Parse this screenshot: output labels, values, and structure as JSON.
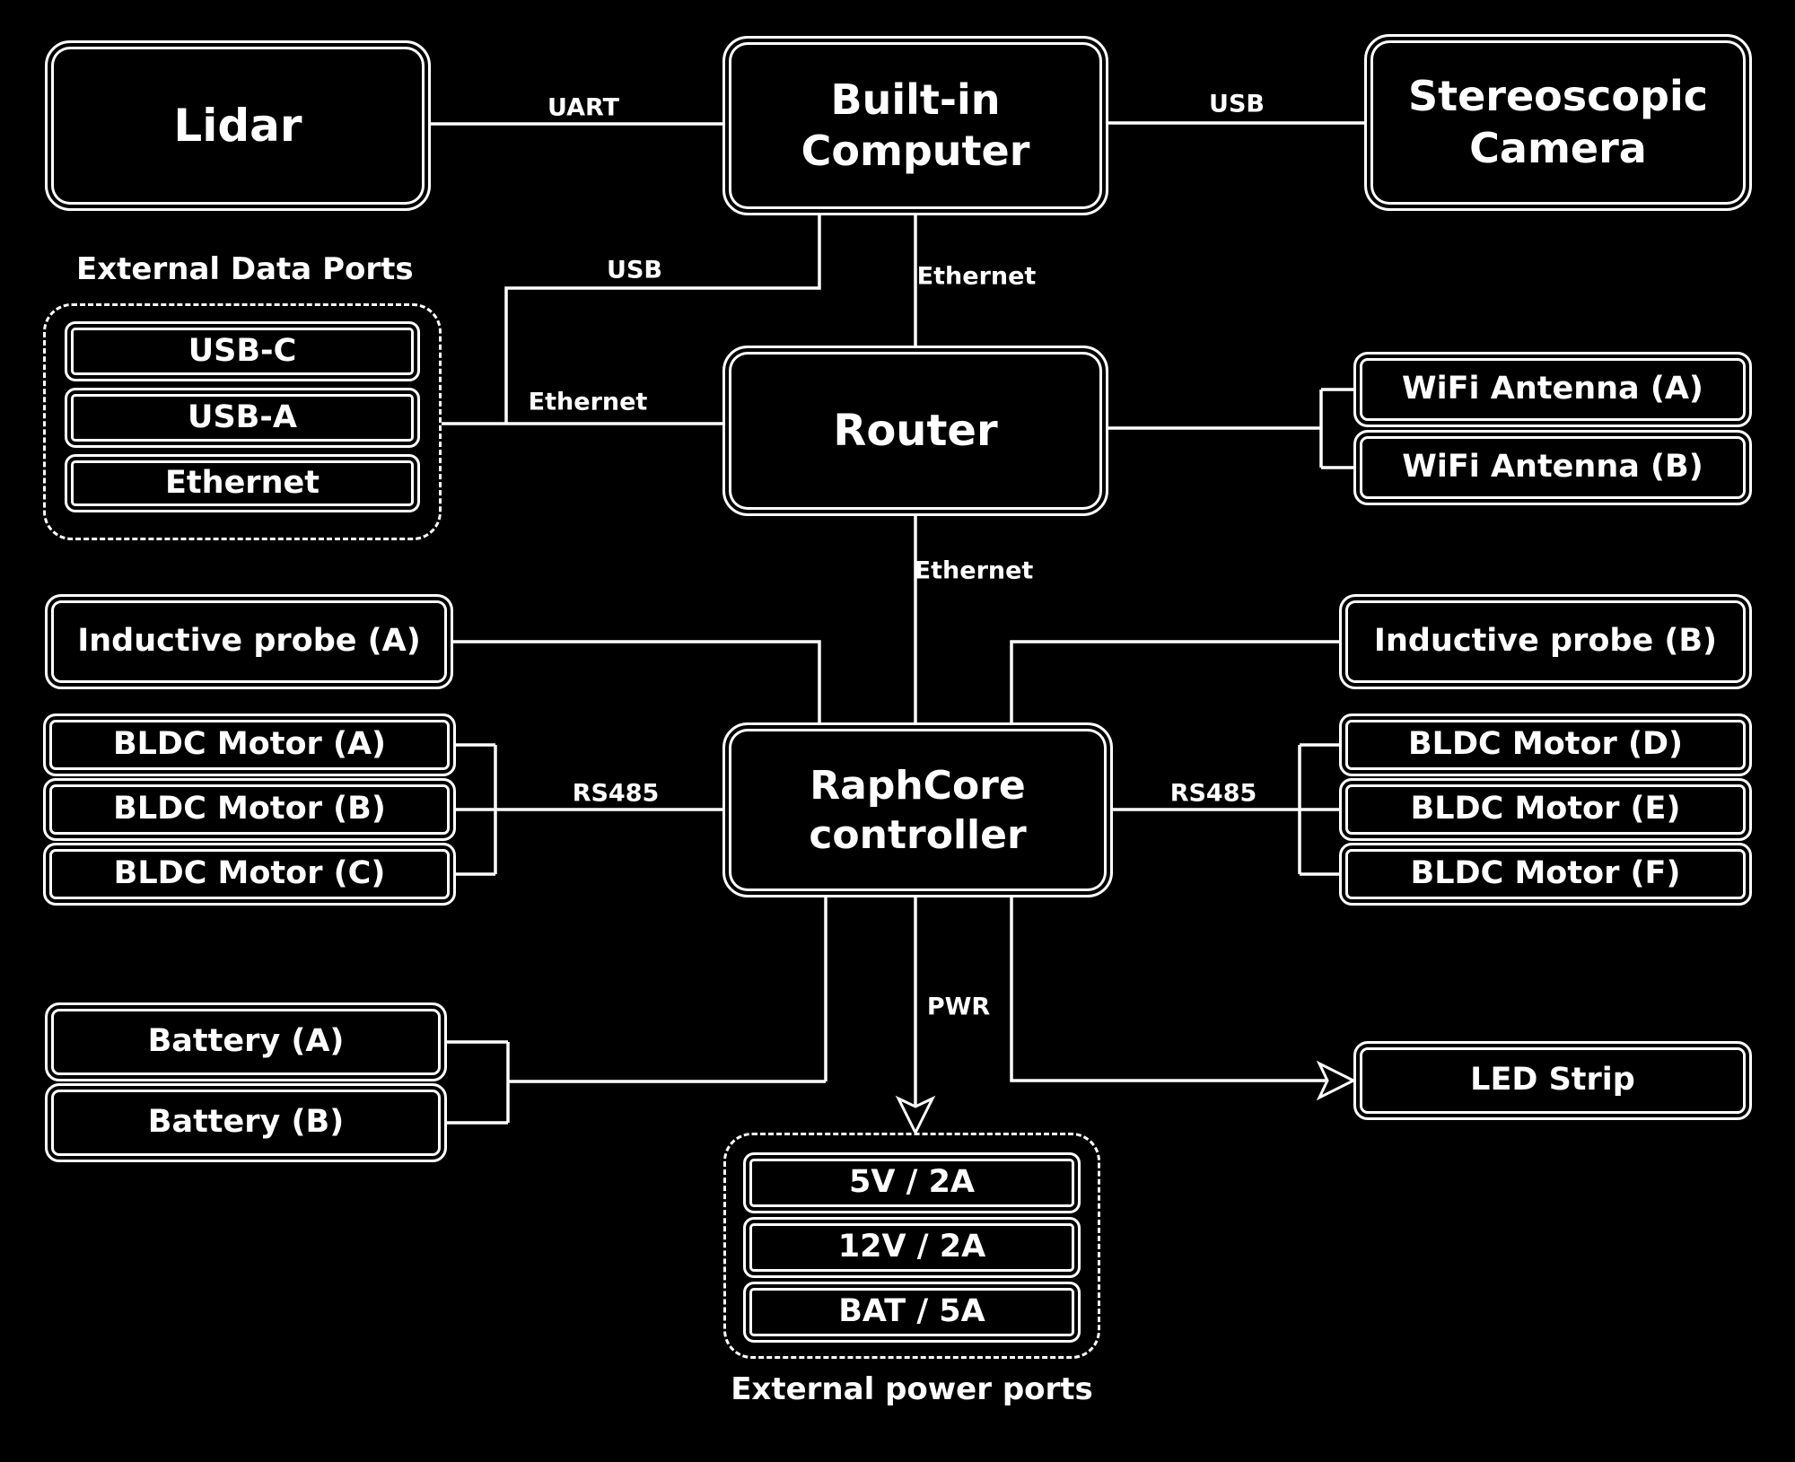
{
  "canvas": {
    "background_color": "#000000",
    "line_color": "#ffffff",
    "text_color": "#ffffff"
  },
  "nodes": {
    "lidar": {
      "label": "Lidar"
    },
    "builtin_computer": {
      "line1": "Built-in",
      "line2": "Computer"
    },
    "stereo_camera": {
      "line1": "Stereoscopic",
      "line2": "Camera"
    },
    "router": {
      "label": "Router"
    },
    "raphcore_controller": {
      "line1": "RaphCore",
      "line2": "controller"
    },
    "wifi_antenna_a": {
      "label": "WiFi Antenna (A)"
    },
    "wifi_antenna_b": {
      "label": "WiFi Antenna (B)"
    },
    "inductive_probe_a": {
      "label": "Inductive probe (A)"
    },
    "inductive_probe_b": {
      "label": "Inductive probe (B)"
    },
    "bldc_motor_a": {
      "label": "BLDC Motor (A)"
    },
    "bldc_motor_b": {
      "label": "BLDC Motor (B)"
    },
    "bldc_motor_c": {
      "label": "BLDC Motor (C)"
    },
    "bldc_motor_d": {
      "label": "BLDC Motor (D)"
    },
    "bldc_motor_e": {
      "label": "BLDC Motor (E)"
    },
    "bldc_motor_f": {
      "label": "BLDC Motor (F)"
    },
    "battery_a": {
      "label": "Battery (A)"
    },
    "battery_b": {
      "label": "Battery (B)"
    },
    "led_strip": {
      "label": "LED Strip"
    }
  },
  "groups": {
    "external_data_ports": {
      "title": "External Data Ports",
      "ports": [
        {
          "label": "USB-C"
        },
        {
          "label": "USB-A"
        },
        {
          "label": "Ethernet"
        }
      ]
    },
    "external_power_ports": {
      "title": "External power ports",
      "ports": [
        {
          "label": "5V / 2A"
        },
        {
          "label": "12V / 2A"
        },
        {
          "label": "BAT / 5A"
        }
      ]
    }
  },
  "edge_labels": {
    "lidar_computer": "UART",
    "computer_camera": "USB",
    "computer_router": "Ethernet",
    "computer_data_ports": "USB",
    "data_ports_router": "Ethernet",
    "router_controller": "Ethernet",
    "controller_motors_left": "RS485",
    "controller_motors_right": "RS485",
    "controller_power_ports": "PWR"
  }
}
